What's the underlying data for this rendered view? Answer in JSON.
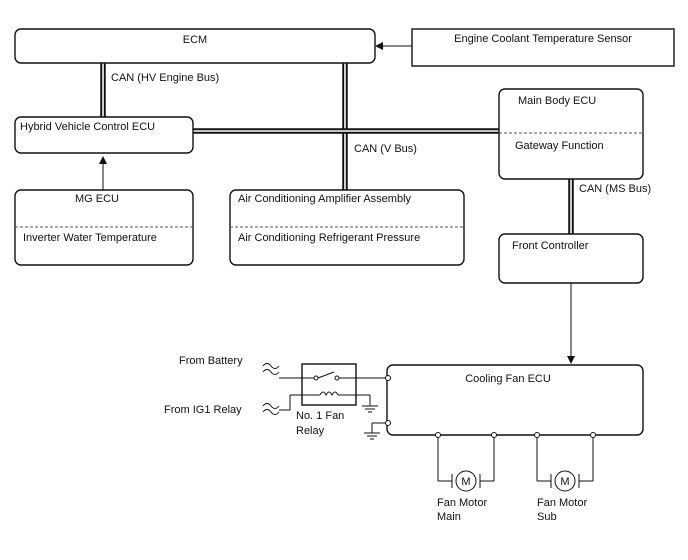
{
  "nodes": {
    "ecm": "ECM",
    "engine_coolant_sensor": "Engine Coolant Temperature Sensor",
    "hybrid_ecu": "Hybrid Vehicle Control ECU",
    "main_body_ecu": "Main Body ECU",
    "gateway_function": "Gateway Function",
    "mg_ecu": "MG ECU",
    "inverter_water_temp": "Inverter Water Temperature",
    "ac_amplifier": "Air Conditioning Amplifier Assembly",
    "ac_refrigerant_pressure": "Air Conditioning Refrigerant Pressure",
    "front_controller": "Front Controller",
    "cooling_fan_ecu": "Cooling Fan ECU"
  },
  "buses": {
    "hv_engine_bus": "CAN (HV Engine Bus)",
    "v_bus": "CAN (V Bus)",
    "ms_bus": "CAN (MS Bus)"
  },
  "power": {
    "from_battery": "From Battery",
    "from_ig1_relay": "From IG1 Relay",
    "relay_line1": "No. 1 Fan",
    "relay_line2": "Relay"
  },
  "motors": {
    "symbol": "M",
    "main_line1": "Fan Motor",
    "main_line2": "Main",
    "sub_line1": "Fan Motor",
    "sub_line2": "Sub"
  }
}
